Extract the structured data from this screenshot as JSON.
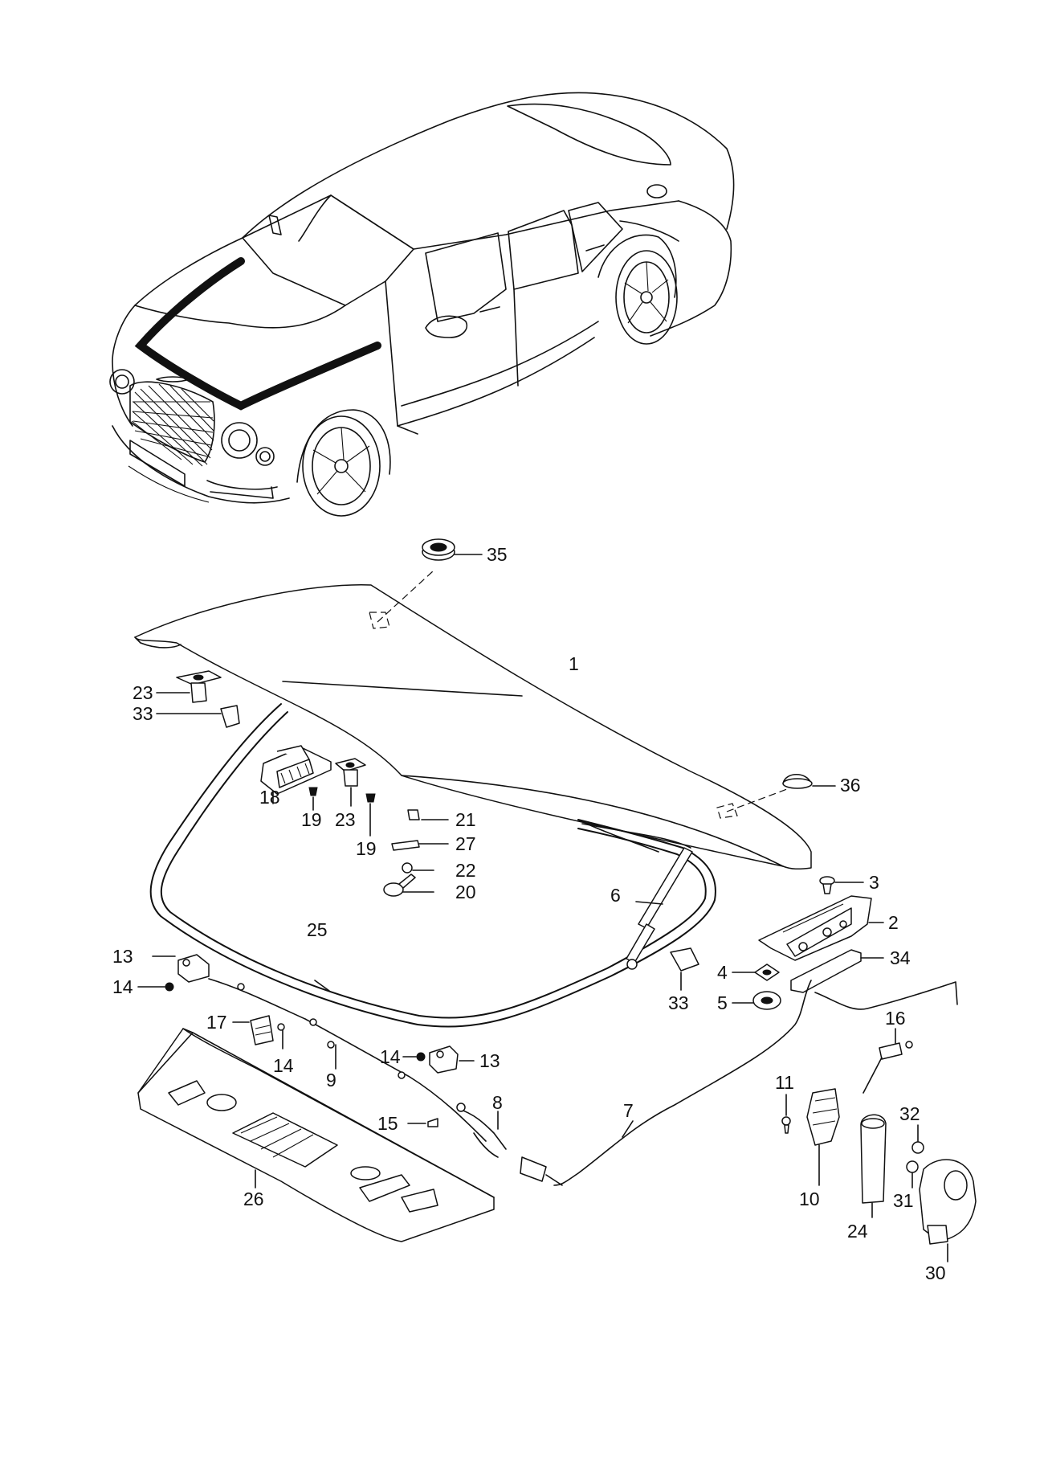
{
  "callouts": [
    {
      "id": "35",
      "label": "35"
    },
    {
      "id": "1",
      "label": "1"
    },
    {
      "id": "36",
      "label": "36"
    },
    {
      "id": "23a",
      "label": "23"
    },
    {
      "id": "33a",
      "label": "33"
    },
    {
      "id": "18",
      "label": "18"
    },
    {
      "id": "19a",
      "label": "19"
    },
    {
      "id": "23b",
      "label": "23"
    },
    {
      "id": "19b",
      "label": "19"
    },
    {
      "id": "21",
      "label": "21"
    },
    {
      "id": "27",
      "label": "27"
    },
    {
      "id": "22",
      "label": "22"
    },
    {
      "id": "20",
      "label": "20"
    },
    {
      "id": "6",
      "label": "6"
    },
    {
      "id": "3",
      "label": "3"
    },
    {
      "id": "2",
      "label": "2"
    },
    {
      "id": "34",
      "label": "34"
    },
    {
      "id": "4",
      "label": "4"
    },
    {
      "id": "5",
      "label": "5"
    },
    {
      "id": "33b",
      "label": "33"
    },
    {
      "id": "25",
      "label": "25"
    },
    {
      "id": "13a",
      "label": "13"
    },
    {
      "id": "14a",
      "label": "14"
    },
    {
      "id": "17",
      "label": "17"
    },
    {
      "id": "14b",
      "label": "14"
    },
    {
      "id": "9",
      "label": "9"
    },
    {
      "id": "14c",
      "label": "14"
    },
    {
      "id": "13b",
      "label": "13"
    },
    {
      "id": "8",
      "label": "8"
    },
    {
      "id": "15",
      "label": "15"
    },
    {
      "id": "7",
      "label": "7"
    },
    {
      "id": "16",
      "label": "16"
    },
    {
      "id": "11",
      "label": "11"
    },
    {
      "id": "10",
      "label": "10"
    },
    {
      "id": "24",
      "label": "24"
    },
    {
      "id": "32",
      "label": "32"
    },
    {
      "id": "31",
      "label": "31"
    },
    {
      "id": "30",
      "label": "30"
    },
    {
      "id": "26",
      "label": "26"
    }
  ]
}
